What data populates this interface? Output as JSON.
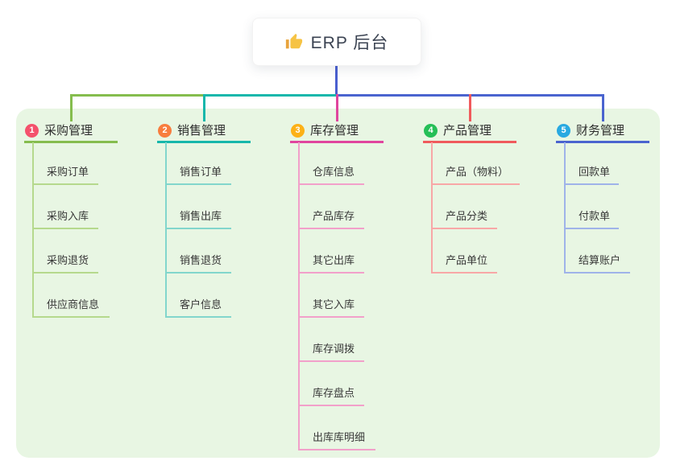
{
  "root": {
    "label": "ERP 后台",
    "icon": "thumbs-up-icon",
    "stem_color": "#4a5fd0"
  },
  "panel": {
    "background": "#e8f6e3"
  },
  "connector": {
    "segments": [
      {
        "from_col": 0,
        "to_col": 1,
        "color": "#85bd4e"
      },
      {
        "from_col": 1,
        "to_col": 2,
        "color": "#16b7ab"
      },
      {
        "from_col": 2,
        "to_col": 4,
        "color": "#4a64cf"
      }
    ]
  },
  "branches": [
    {
      "number": "1",
      "title": "采购管理",
      "badge_color": "#f4516c",
      "line_color": "#85bd4e",
      "child_line_color": "#b5d98d",
      "children": [
        "采购订单",
        "采购入库",
        "采购退货",
        "供应商信息"
      ]
    },
    {
      "number": "2",
      "title": "销售管理",
      "badge_color": "#f87d3e",
      "line_color": "#16b7ab",
      "child_line_color": "#82d6cc",
      "children": [
        "销售订单",
        "销售出库",
        "销售退货",
        "客户信息"
      ]
    },
    {
      "number": "3",
      "title": "库存管理",
      "badge_color": "#fcb117",
      "line_color": "#e0459e",
      "child_line_color": "#f2a0ca",
      "children": [
        "仓库信息",
        "产品库存",
        "其它出库",
        "其它入库",
        "库存调拨",
        "库存盘点",
        "出库库明细"
      ]
    },
    {
      "number": "4",
      "title": "产品管理",
      "badge_color": "#25bf57",
      "line_color": "#f05a5c",
      "child_line_color": "#f8a7a7",
      "children": [
        "产品（物料）",
        "产品分类",
        "产品单位"
      ]
    },
    {
      "number": "5",
      "title": "财务管理",
      "badge_color": "#28a9e1",
      "line_color": "#4a64cf",
      "child_line_color": "#9fb3e9",
      "children": [
        "回款单",
        "付款单",
        "结算账户"
      ]
    }
  ]
}
